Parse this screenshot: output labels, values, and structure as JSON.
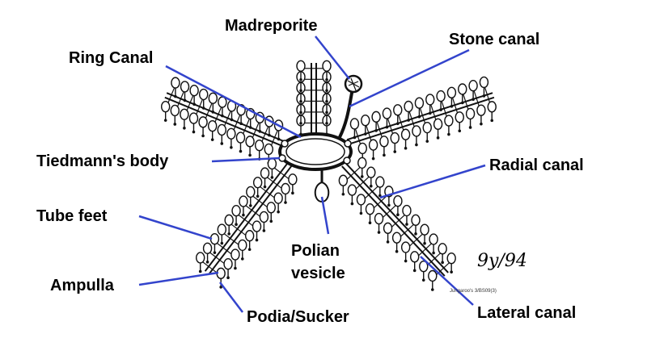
{
  "diagram": {
    "subject": "Starfish water vascular system",
    "line_color": "#3344cc",
    "ink_color": "#111111",
    "labels": {
      "madreporite": "Madreporite",
      "stone_canal": "Stone canal",
      "ring_canal": "Ring Canal",
      "tiedmanns_body": "Tiedmann's body",
      "radial_canal": "Radial canal",
      "tube_feet": "Tube feet",
      "polian_line1": "Polian",
      "polian_line2": "vesicle",
      "ampulla": "Ampulla",
      "podia_sucker": "Podia/Sucker",
      "lateral_canal": "Lateral canal"
    },
    "signature": "9y/94",
    "credit": "Jungaroo's 3/BS09(3)"
  }
}
